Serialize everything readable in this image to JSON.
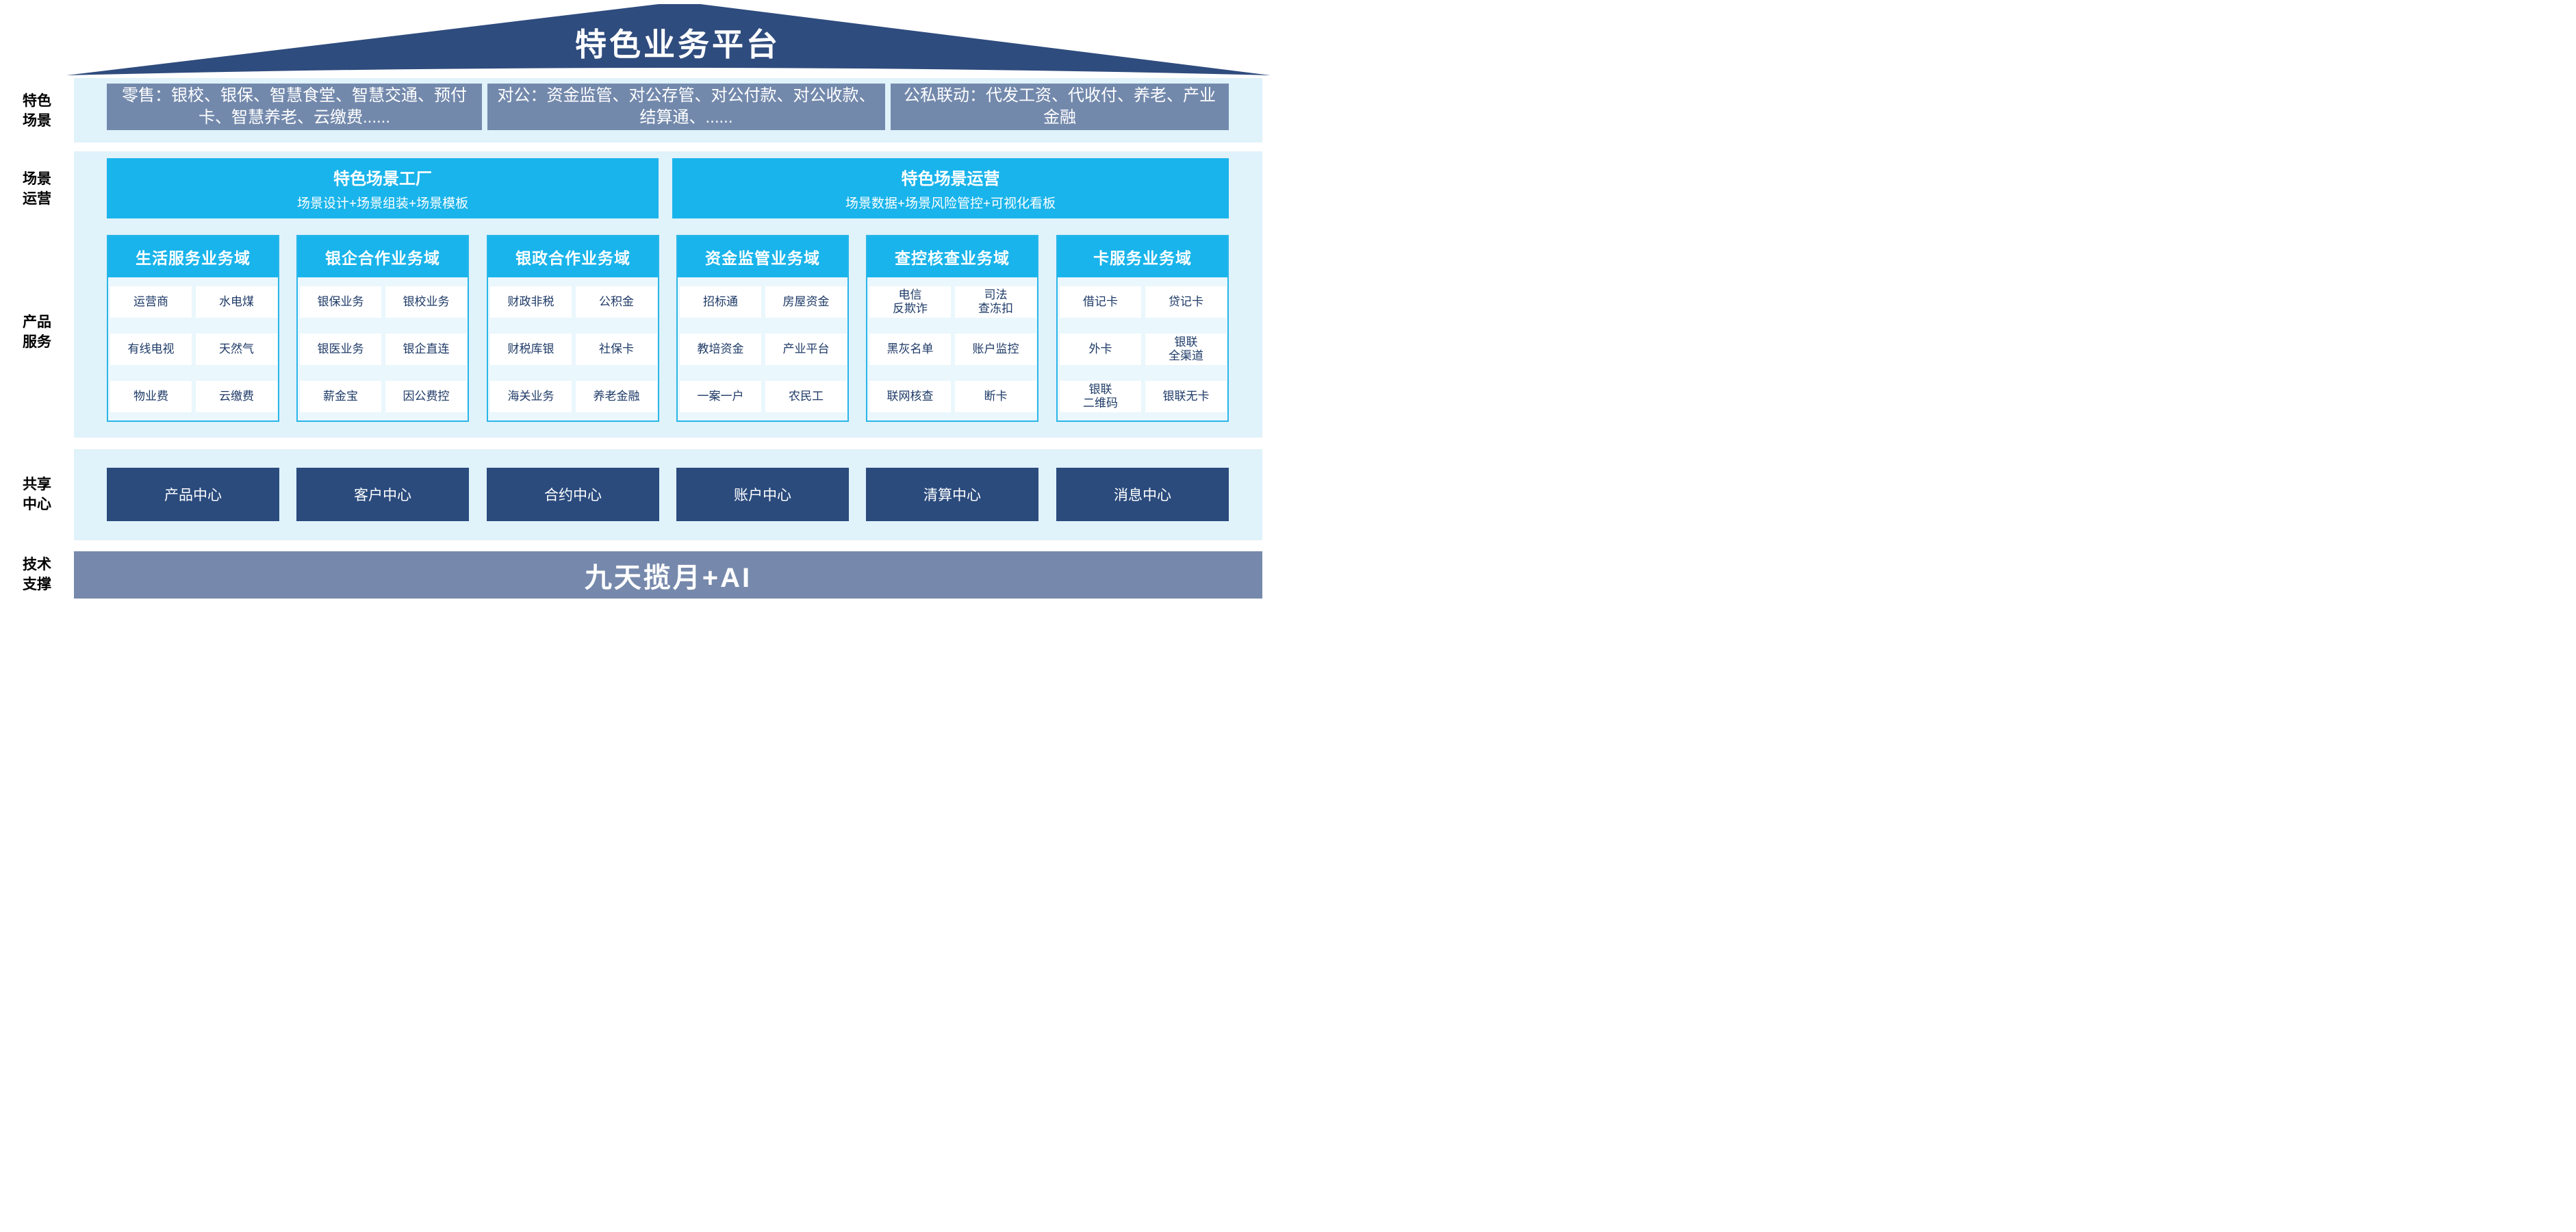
{
  "page": {
    "title": "特色业务平台",
    "bottom_bar": "九天揽月+AI"
  },
  "colors": {
    "roof_navy": "#2F4C7E",
    "band_light_blue": "#E0F2FA",
    "scene_gray_blue": "#7389AC",
    "accent_cyan": "#19B4EB",
    "card_body_blue": "#EAF7FD",
    "card_border_cyan": "#29B6E8",
    "item_text_navy": "#1E3A67",
    "center_navy": "#2B4B7D",
    "tech_bar_gray_blue": "#7689AC"
  },
  "side_labels": [
    {
      "label": "特色场景"
    },
    {
      "label": "场景运营"
    },
    {
      "label": "产品服务"
    },
    {
      "label": "共享中心"
    },
    {
      "label": "技术支撑"
    }
  ],
  "scene_row": {
    "boxes": [
      {
        "text": "零售：银校、银保、智慧食堂、智慧交通、预付卡、智慧养老、云缴费......"
      },
      {
        "text": "对公：资金监管、对公存管、对公付款、对公收款、结算通、......"
      },
      {
        "text": "公私联动：代发工资、代收付、养老、产业金融"
      }
    ]
  },
  "operation_row": {
    "boxes": [
      {
        "title": "特色场景工厂",
        "subtitle": "场景设计+场景组装+场景模板"
      },
      {
        "title": "特色场景运营",
        "subtitle": "场景数据+场景风险管控+可视化看板"
      }
    ]
  },
  "product_row": {
    "columns": [
      {
        "header": "生活服务业务域",
        "items": [
          "运营商",
          "水电煤",
          "有线电视",
          "天然气",
          "物业费",
          "云缴费"
        ]
      },
      {
        "header": "银企合作业务域",
        "items": [
          "银保业务",
          "银校业务",
          "银医业务",
          "银企直连",
          "薪金宝",
          "因公费控"
        ]
      },
      {
        "header": "银政合作业务域",
        "items": [
          "财政非税",
          "公积金",
          "财税库银",
          "社保卡",
          "海关业务",
          "养老金融"
        ]
      },
      {
        "header": "资金监管业务域",
        "items": [
          "招标通",
          "房屋资金",
          "教培资金",
          "产业平台",
          "一案一户",
          "农民工"
        ]
      },
      {
        "header": "查控核查业务域",
        "items": [
          "电信\n反欺诈",
          "司法\n查冻扣",
          "黑灰名单",
          "账户监控",
          "联网核查",
          "断卡"
        ]
      },
      {
        "header": "卡服务业务域",
        "items": [
          "借记卡",
          "贷记卡",
          "外卡",
          "银联\n全渠道",
          "银联\n二维码",
          "银联无卡"
        ]
      }
    ]
  },
  "center_row": {
    "boxes": [
      "产品中心",
      "客户中心",
      "合约中心",
      "账户中心",
      "清算中心",
      "消息中心"
    ]
  }
}
